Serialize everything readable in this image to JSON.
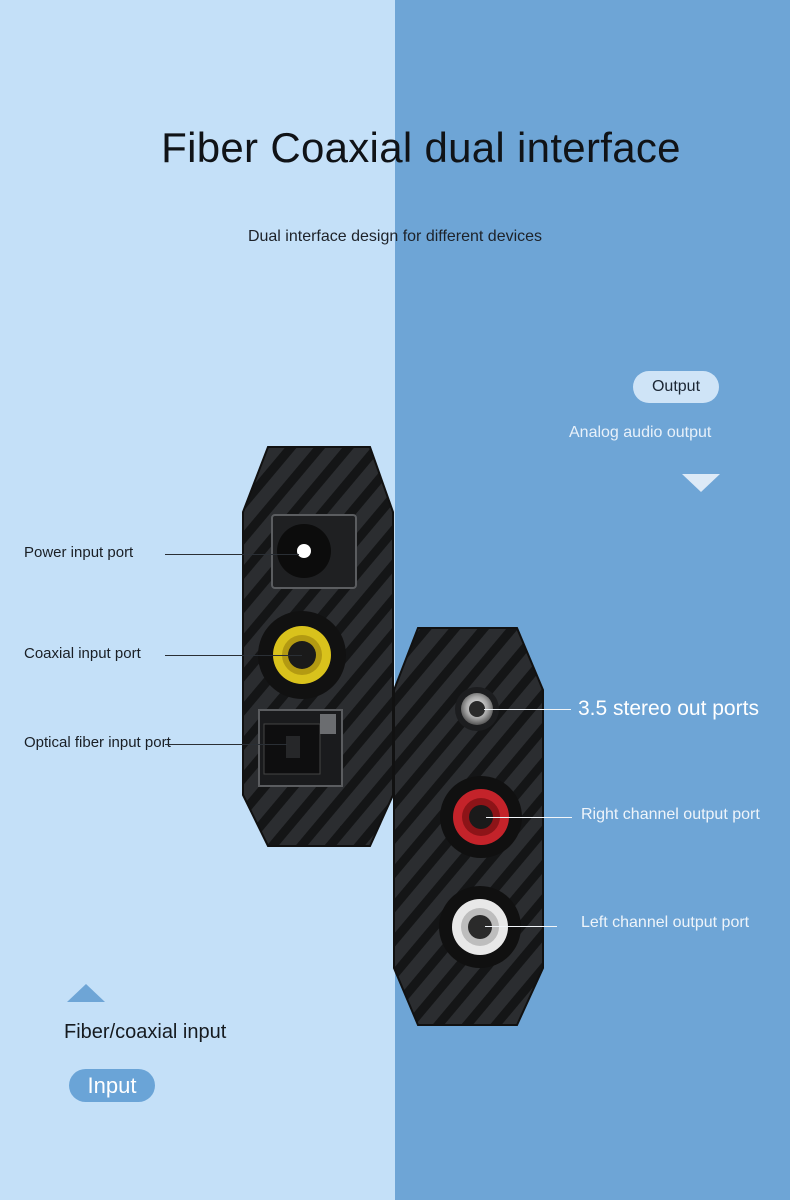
{
  "title": "Fiber Coaxial dual interface",
  "subtitle": "Dual interface design for different devices",
  "output": {
    "pill_label": "Output",
    "description": "Analog audio output"
  },
  "input": {
    "description": "Fiber/coaxial input",
    "pill_label": "Input"
  },
  "input_ports": {
    "power": "Power input port",
    "coaxial": "Coaxial input port",
    "optical": "Optical fiber input port"
  },
  "output_ports": {
    "stereo": "3.5 stereo out ports",
    "right": "Right channel output port",
    "left": "Left channel output port"
  },
  "colors": {
    "left_background": "#c4e0f8",
    "right_background": "#6ea5d6",
    "device_body": "#2b2d30",
    "coaxial_ring": "#d9c21c",
    "right_channel_ring": "#c4232a",
    "left_channel_ring": "#e8e8e8"
  },
  "icons": {
    "output_indicator": "triangle-down-icon",
    "input_indicator": "triangle-up-icon"
  }
}
